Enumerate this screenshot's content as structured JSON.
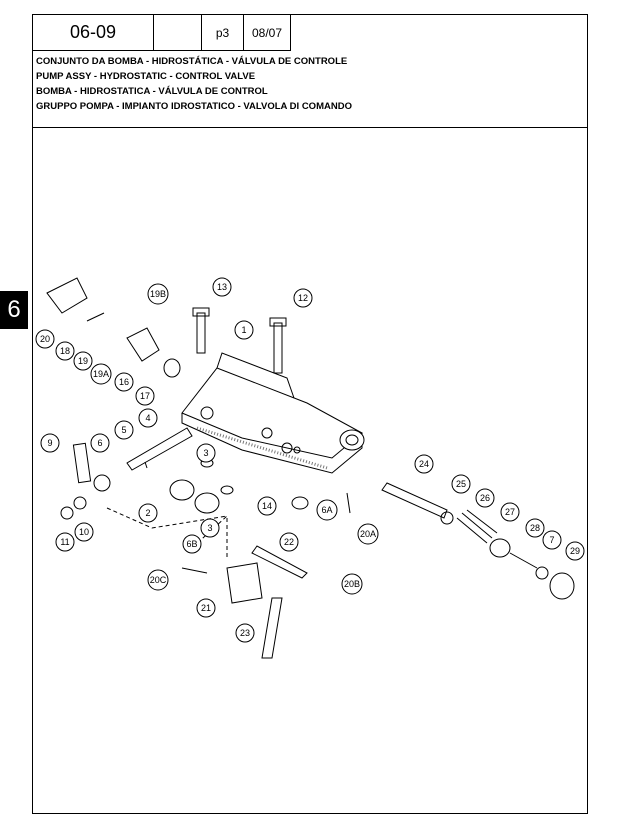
{
  "header": {
    "code": "06-09",
    "page": "p3",
    "date": "08/07"
  },
  "titles": [
    "CONJUNTO DA BOMBA - HIDROSTÁTICA - VÁLVULA DE CONTROLE",
    "PUMP ASSY - HYDROSTATIC - CONTROL VALVE",
    "BOMBA - HIDROSTATICA - VÁLVULA DE CONTROL",
    "GRUPPO POMPA - IMPIANTO IDROSTATICO - VALVOLA DI COMANDO"
  ],
  "section_tab": "6",
  "callouts": [
    "1",
    "2",
    "3",
    "3",
    "4",
    "5",
    "6",
    "6A",
    "6B",
    "7",
    "9",
    "10",
    "11",
    "12",
    "13",
    "14",
    "16",
    "17",
    "18",
    "19",
    "19A",
    "19B",
    "20",
    "20A",
    "20B",
    "20C",
    "21",
    "22",
    "23",
    "24",
    "25",
    "26",
    "27",
    "28",
    "29"
  ]
}
